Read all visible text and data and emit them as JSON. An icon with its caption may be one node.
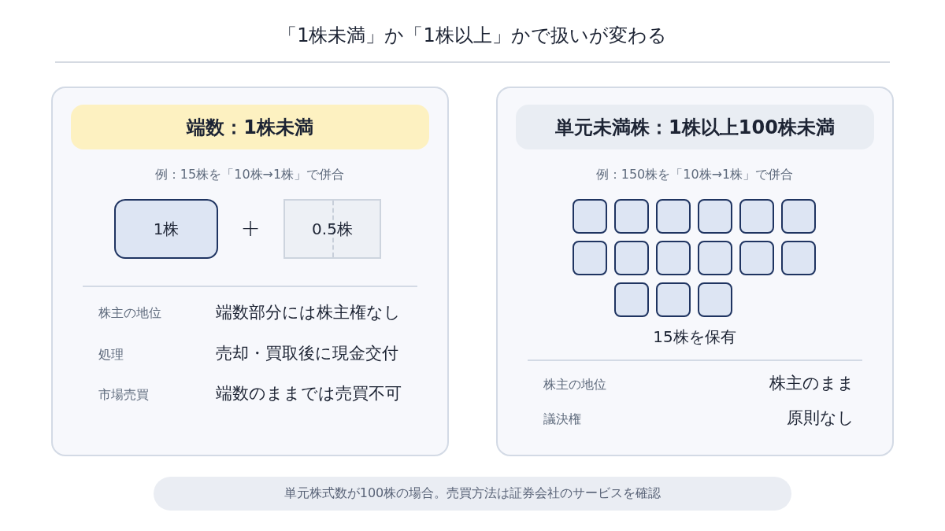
{
  "diagram": {
    "title": "「1株未満」か「1株以上」かで扱いが変わる",
    "nodes": [
      {
        "text": [],
        "shape": "box"
      },
      {
        "text": [
          "端数：1株未満"
        ],
        "in": 0
      },
      {
        "text": [
          "1株"
        ],
        "in": 0
      },
      {
        "text": [
          "0.5株"
        ],
        "in": 0
      },
      {
        "text": [],
        "shape": "box"
      },
      {
        "text": [
          "単元未満株：1株以上100株未満"
        ],
        "in": 4
      },
      {
        "text": [],
        "shape": "box",
        "in": 4
      },
      {
        "text": [],
        "shape": "box",
        "in": 4
      },
      {
        "text": [],
        "shape": "box",
        "in": 4
      },
      {
        "text": [],
        "shape": "box",
        "in": 4
      },
      {
        "text": [],
        "shape": "box",
        "in": 4
      },
      {
        "text": [],
        "shape": "box",
        "in": 4
      },
      {
        "text": [],
        "shape": "box",
        "in": 4
      },
      {
        "text": [],
        "shape": "box",
        "in": 4
      },
      {
        "text": [],
        "shape": "box",
        "in": 4
      },
      {
        "text": [],
        "shape": "box",
        "in": 4
      },
      {
        "text": [],
        "shape": "box",
        "in": 4
      },
      {
        "text": [],
        "shape": "box",
        "in": 4
      },
      {
        "text": [],
        "shape": "box",
        "in": 4
      },
      {
        "text": [],
        "shape": "box",
        "in": 4
      },
      {
        "text": [],
        "shape": "box",
        "in": 4
      },
      {
        "text": [
          "単元株式数が100株の場合。売買方法は証券会社のサービスを確認"
        ]
      }
    ],
    "labels": [
      "例：15株を「10株→1株」で併合",
      "+",
      "株主の地位",
      "端数部分には株主権なし",
      "処理",
      "売却・買取後に現金交付",
      "市場売買",
      "端数のままでは売買不可",
      "例：150株を「10株→1株」で併合",
      "15株を保有",
      "株主の地位",
      "株主のまま",
      "議決権",
      "原則なし"
    ]
  }
}
